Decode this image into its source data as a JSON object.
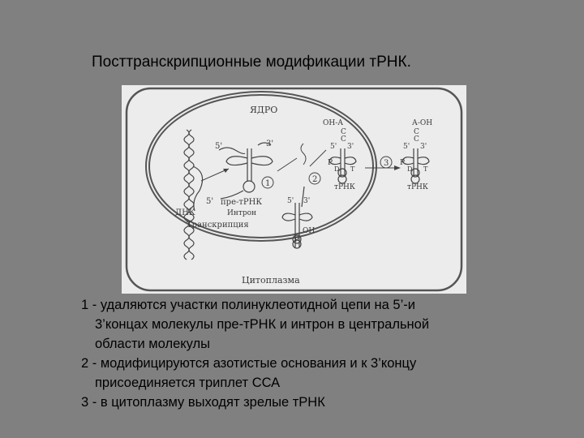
{
  "title": "Посттранскрипционные модификации тРНК.",
  "figure": {
    "nucleus_label": "ЯДРО",
    "cytoplasm_label": "Цитоплазма",
    "dna_label": "ДНК",
    "transcription_label": "Транскрипция",
    "pre_trna_label": "пре-тРНК",
    "intron_label": "Интрон",
    "trna_label": "тРНК",
    "trna_label_2": "тРНК",
    "five_prime": "5'",
    "three_prime": "3'",
    "oh_a": "ОН-А",
    "a_oh": "А-ОН",
    "c": "С",
    "oh": "ОН",
    "p": "P",
    "d": "D",
    "t": "T",
    "step_1": "1",
    "step_2": "2",
    "step_3": "3"
  },
  "caption": {
    "line1": "1 - удаляются участки полинуклеотидной цепи на 5’-и",
    "line2": "3’концах молекулы пре-тРНК и интрон в центральной",
    "line3": "области молекулы",
    "line4": "2 - модифицируются азотистые основания и к 3’концу",
    "line5": "присоединяется триплет ССА",
    "line6": "3 - в цитоплазму выходят зрелые тРНК"
  }
}
